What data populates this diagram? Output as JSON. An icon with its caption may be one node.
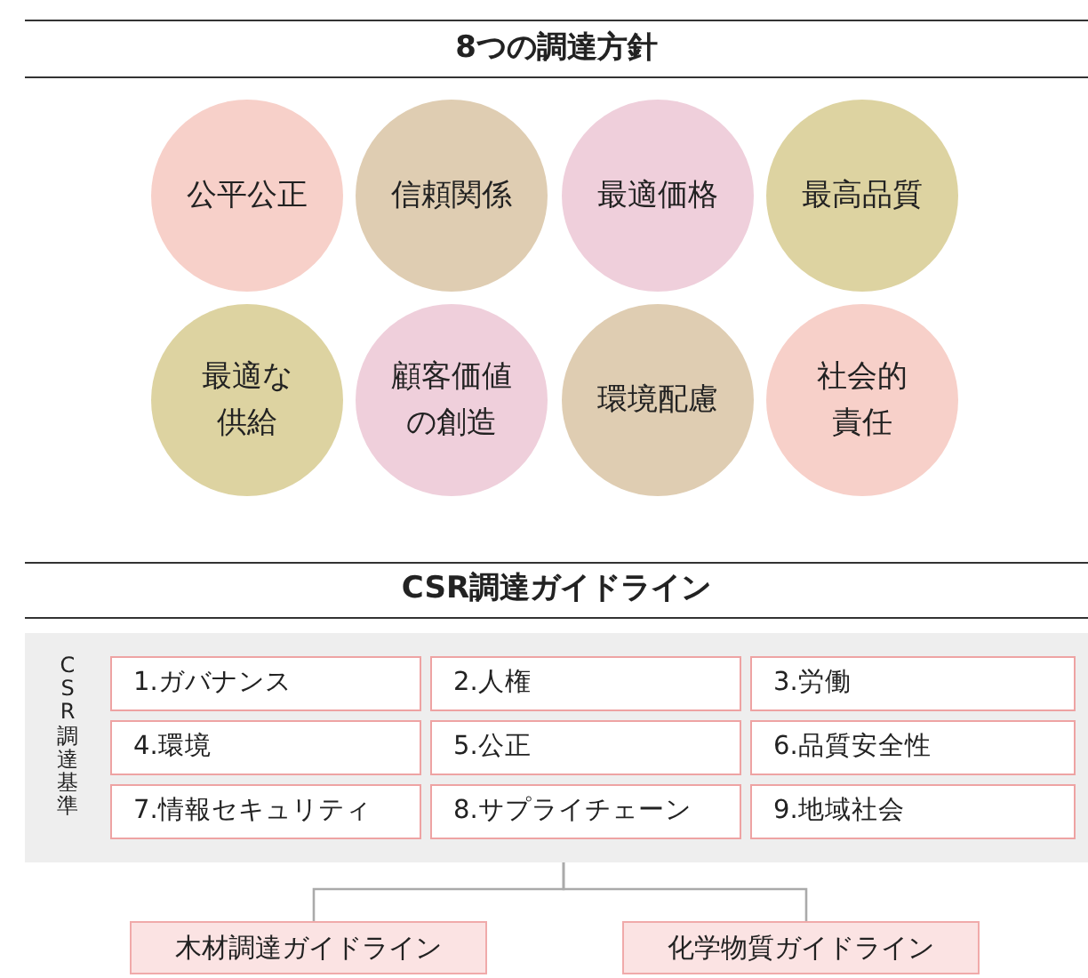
{
  "diagram": {
    "nodes": [
      {
        "text": [
          "公平公正"
        ]
      },
      {
        "text": [
          "信頼関係"
        ]
      },
      {
        "text": [
          "最適価格"
        ]
      },
      {
        "text": [
          "最高品質"
        ]
      },
      {
        "text": [
          "最適な供給"
        ]
      },
      {
        "text": [
          "顧客価値の創造"
        ]
      },
      {
        "text": [
          "環境配慮"
        ]
      },
      {
        "text": [
          "社会的責任"
        ]
      },
      {
        "text": [
          "CSR調達基準"
        ]
      },
      {
        "text": [
          "1.ガバナンス"
        ],
        "in": 8
      },
      {
        "text": [
          "2.人権"
        ],
        "in": 8
      },
      {
        "text": [
          "3.労働"
        ],
        "in": 8
      },
      {
        "text": [
          "4.環境"
        ],
        "in": 8
      },
      {
        "text": [
          "5.公正"
        ],
        "in": 8
      },
      {
        "text": [
          "6.品質安全性"
        ],
        "in": 8
      },
      {
        "text": [
          "7.情報セキュリティ"
        ],
        "in": 8
      },
      {
        "text": [
          "8.サプライチェーン"
        ],
        "in": 8
      },
      {
        "text": [
          "9.地域社会"
        ],
        "in": 8
      },
      {
        "text": [
          "木材調達ガイドライン"
        ]
      },
      {
        "text": [
          "化学物質ガイドライン"
        ]
      }
    ],
    "edges": [
      {
        "from": 8,
        "to": 18,
        "arrow": "none"
      },
      {
        "from": 8,
        "to": 19,
        "arrow": "none"
      }
    ],
    "labels": [
      "8つの調達方針",
      "CSR調達ガイドライン"
    ]
  }
}
